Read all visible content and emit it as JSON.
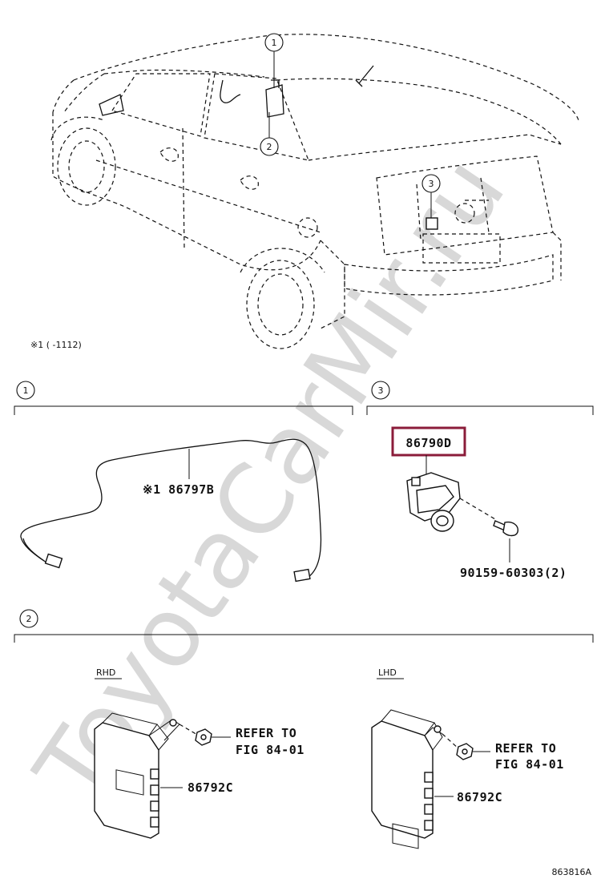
{
  "watermark": "ToyotaCarMir.ru",
  "overview": {
    "note": "※1 (        -1112)",
    "callouts": [
      "1",
      "2",
      "3"
    ]
  },
  "section1": {
    "callout": "1",
    "part": "※1 86797B"
  },
  "section3": {
    "callout": "3",
    "part_highlighted": "86790D",
    "bolt": "90159-60303(2)",
    "highlight_color": "#8b1c3a"
  },
  "section2": {
    "callout": "2",
    "rhd": {
      "label": "RHD",
      "refer_line1": "REFER TO",
      "refer_line2": "FIG 84-01",
      "part": "86792C"
    },
    "lhd": {
      "label": "LHD",
      "refer_line1": "REFER TO",
      "refer_line2": "FIG 84-01",
      "part": "86792C"
    }
  },
  "figure_id": "863816A"
}
